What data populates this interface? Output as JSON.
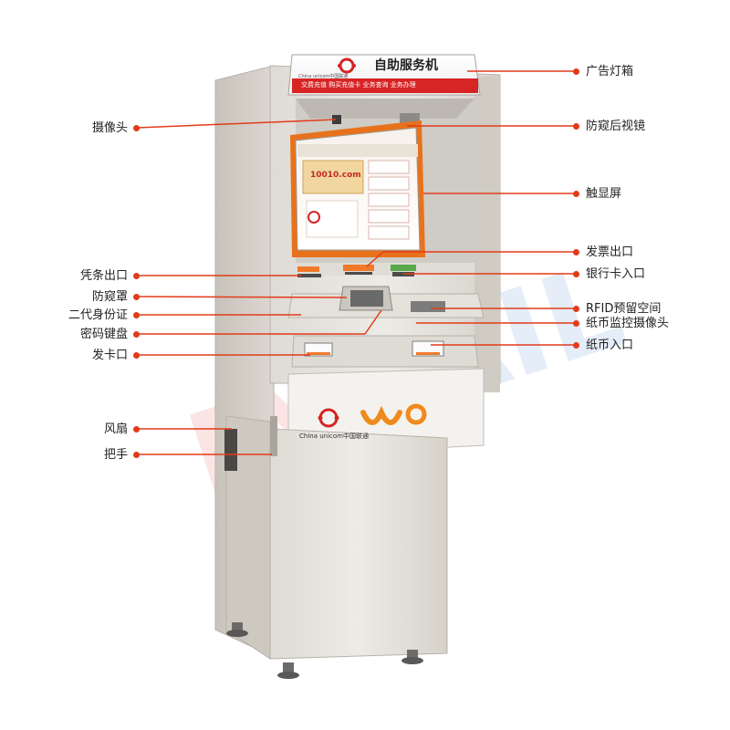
{
  "kiosk": {
    "sign_title": "自助服务机",
    "sign_subtitle": "交费充值 购买充值卡 业务查询 业务办理",
    "brand_small": "China unicom中国联通",
    "screen_hotline": "10010.com",
    "lower_brand": "China unicom中国联通",
    "wo_logo": "WO"
  },
  "callouts_left": [
    {
      "id": "camera",
      "label": "摄像头"
    },
    {
      "id": "receipt",
      "label": "凭条出口"
    },
    {
      "id": "privacy-cover",
      "label": "防窥罩"
    },
    {
      "id": "id-card",
      "label": "二代身份证"
    },
    {
      "id": "pin-pad",
      "label": "密码键盘"
    },
    {
      "id": "card-issuer",
      "label": "发卡口"
    },
    {
      "id": "fan",
      "label": "风扇"
    },
    {
      "id": "handle",
      "label": "把手"
    }
  ],
  "callouts_right": [
    {
      "id": "lightbox",
      "label": "广告灯箱"
    },
    {
      "id": "rear-mirror",
      "label": "防窥后视镜"
    },
    {
      "id": "touchscreen",
      "label": "触显屏"
    },
    {
      "id": "invoice",
      "label": "发票出口"
    },
    {
      "id": "bank-card",
      "label": "银行卡入口"
    },
    {
      "id": "rfid",
      "label": "RFID预留空间"
    },
    {
      "id": "bill-camera",
      "label": "纸币监控摄像头"
    },
    {
      "id": "bill-entry",
      "label": "纸币入口"
    }
  ],
  "colors": {
    "accent": "#e23b1a",
    "cabinet": "#e9e6e0",
    "cabinet_shadow": "#c9c5bd",
    "screen_frame": "#e8721c"
  }
}
